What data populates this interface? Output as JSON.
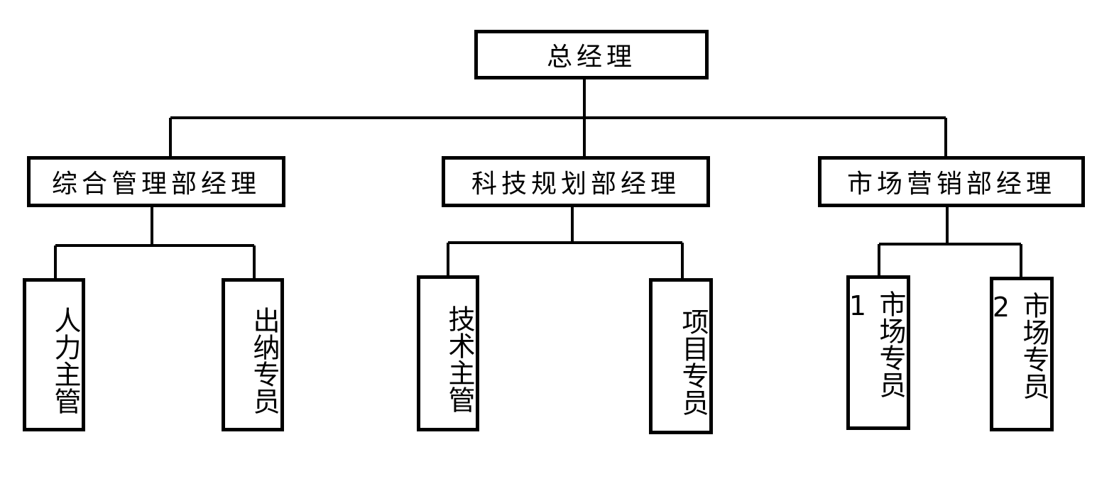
{
  "org_chart": {
    "root": {
      "label": "总经理"
    },
    "departments": [
      {
        "label": "综合管理部经理",
        "staff": [
          {
            "label": "人力主管"
          },
          {
            "label": "出纳专员"
          }
        ]
      },
      {
        "label": "科技规划部经理",
        "staff": [
          {
            "label": "技术主管"
          },
          {
            "label": "项目专员"
          }
        ]
      },
      {
        "label": "市场营销部经理",
        "staff": [
          {
            "label": "市场专员1"
          },
          {
            "label": "市场专员2"
          }
        ]
      }
    ]
  },
  "colors": {
    "line": "#000000",
    "box_border": "#000000",
    "box_fill": "#ffffff",
    "text": "#000000"
  }
}
